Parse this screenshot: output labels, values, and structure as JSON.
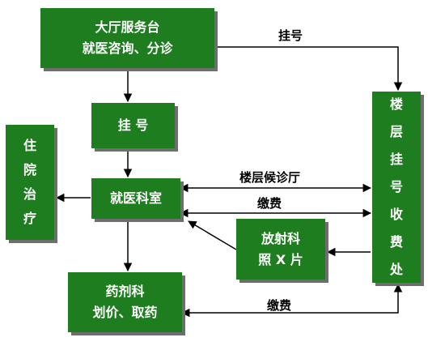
{
  "boxes": {
    "lobby": {
      "line1": "大厅服务台",
      "line2": "就医咨询、分诊"
    },
    "registration": {
      "label": "挂 号"
    },
    "inpatient": {
      "chars": [
        "住",
        "院",
        "治",
        "疗"
      ]
    },
    "clinic": {
      "label": "就医科室"
    },
    "radiology": {
      "line1": "放射科",
      "line2": "照 X 片"
    },
    "pharmacy": {
      "line1": "药剂科",
      "line2": "划价、取药"
    },
    "floor_cashier": {
      "chars": [
        "楼",
        "层",
        "挂",
        "号",
        "收",
        "费",
        "处"
      ]
    }
  },
  "labels": {
    "register": "挂号",
    "floor_waiting": "楼层候诊厅",
    "pay1": "缴费",
    "pay2": "缴费"
  },
  "colors": {
    "box_fill": "#1e7d1e",
    "box_shadow": "#6e6e6e",
    "text": "#ffffff",
    "line": "#000000"
  }
}
